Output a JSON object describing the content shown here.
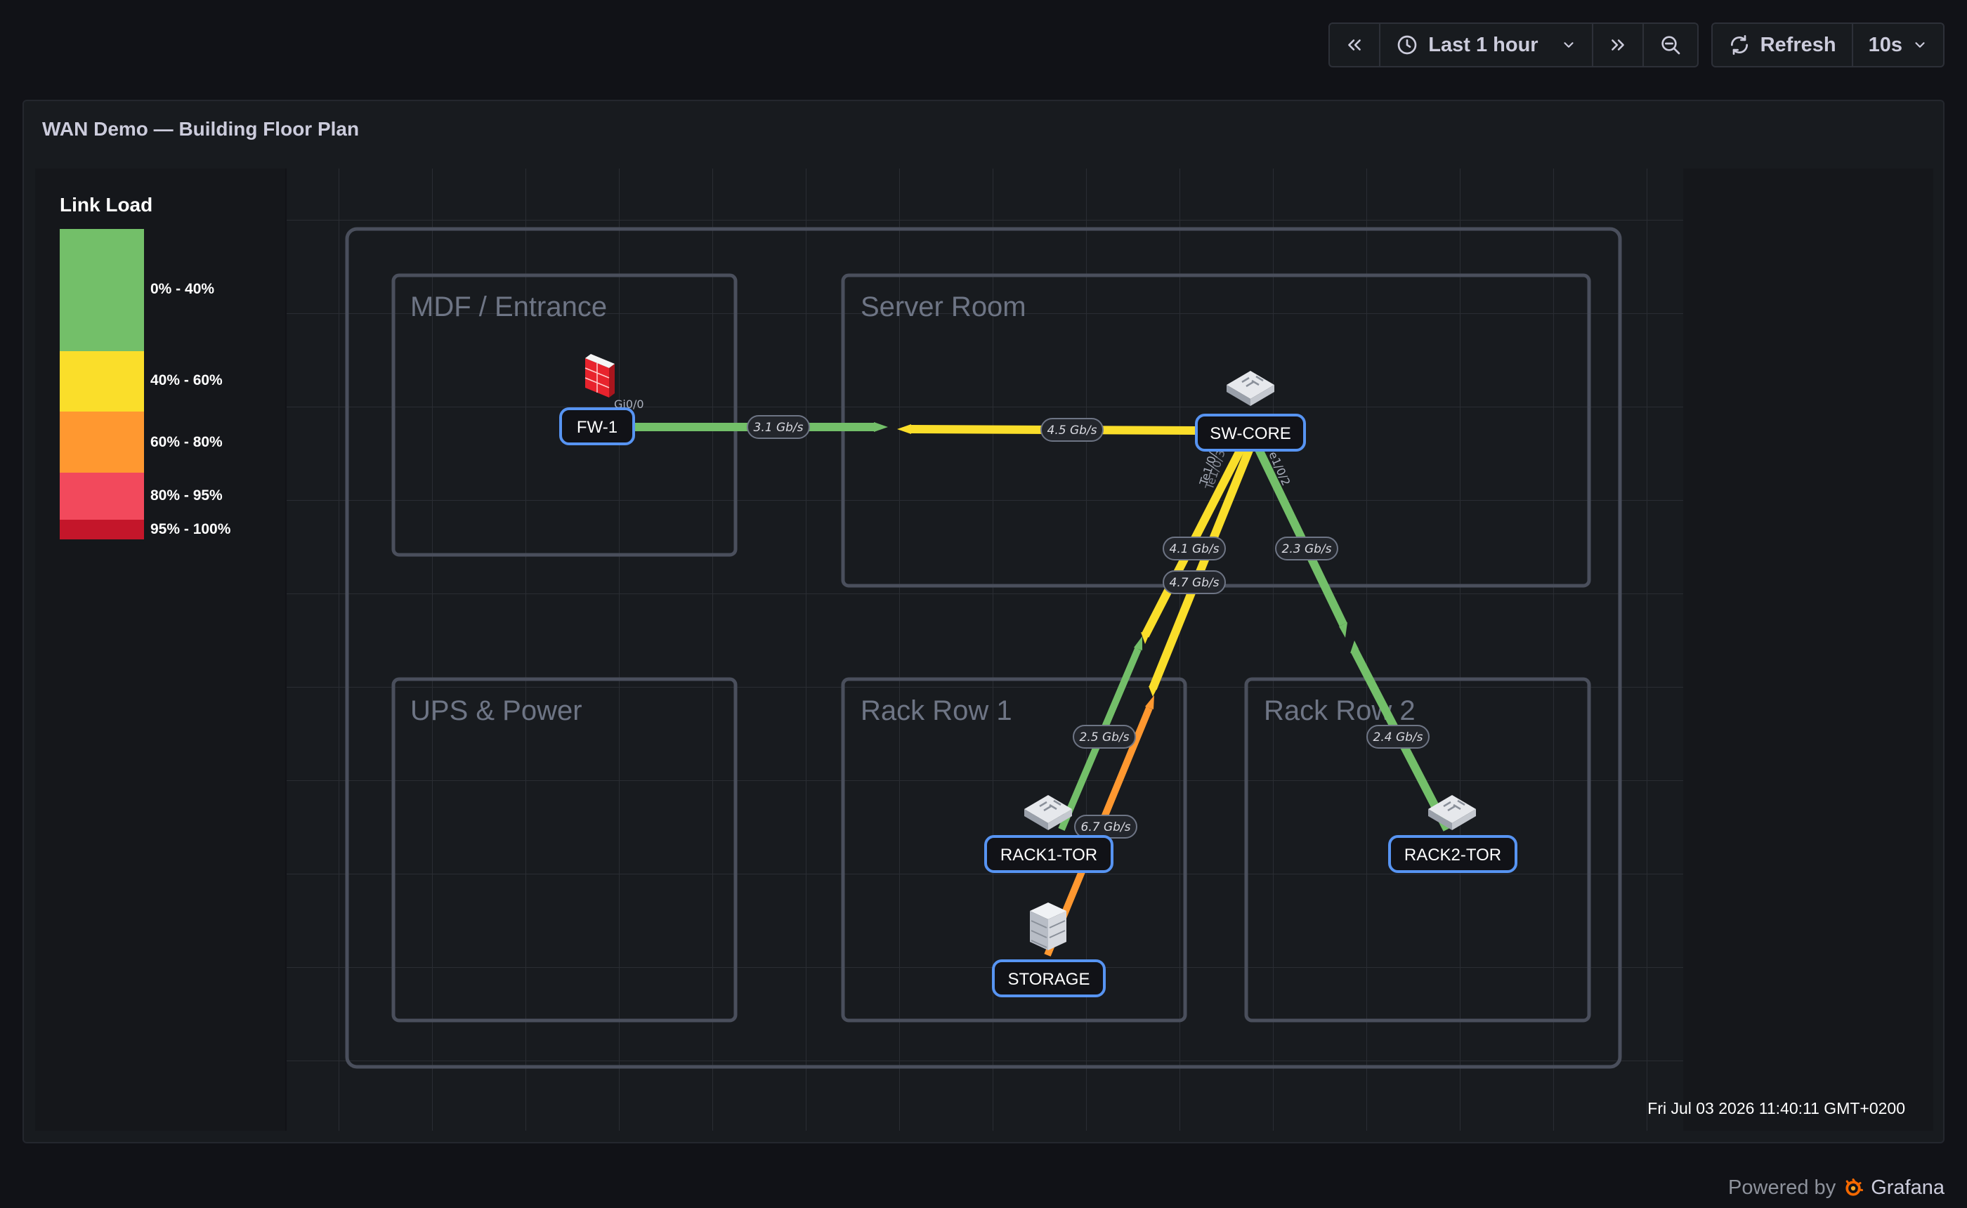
{
  "toolbar": {
    "time_range": "Last 1 hour",
    "refresh_label": "Refresh",
    "refresh_interval": "10s"
  },
  "panel": {
    "title": "WAN Demo — Building Floor Plan"
  },
  "legend": {
    "title": "Link Load",
    "items": [
      {
        "label": "0% - 40%",
        "color": "#73bf69"
      },
      {
        "label": "40% - 60%",
        "color": "#fade2a"
      },
      {
        "label": "60% - 80%",
        "color": "#ff9830"
      },
      {
        "label": "80% - 95%",
        "color": "#f2495c"
      },
      {
        "label": "95% - 100%",
        "color": "#c4162a"
      }
    ]
  },
  "zones": {
    "mdf": "MDF / Entrance",
    "server_room": "Server Room",
    "ups": "UPS & Power",
    "rack_row_1": "Rack Row 1",
    "rack_row_2": "Rack Row 2"
  },
  "nodes": {
    "fw1": "FW-1",
    "sw_core": "SW-CORE",
    "rack1_tor": "RACK1-TOR",
    "rack2_tor": "RACK2-TOR",
    "storage": "STORAGE"
  },
  "ports": {
    "fw1_port": "Gi0/0",
    "core_port_a": "Te1/0/1",
    "core_port_b": "Te1/0/3",
    "core_port_c": "e1/0/2"
  },
  "links": {
    "fw1_out": "3.1 Gb/s",
    "core_to_fw": "4.5 Gb/s",
    "core_to_rack1": "4.1 Gb/s",
    "core_to_storage": "4.7 Gb/s",
    "core_to_rack2": "2.3 Gb/s",
    "rack1_to_core": "2.5 Gb/s",
    "storage_to_core": "6.7 Gb/s",
    "rack2_to_core": "2.4 Gb/s"
  },
  "timestamp": "Fri Jul 03 2026 11:40:11 GMT+0200",
  "footer": {
    "powered_by": "Powered by",
    "brand": "Grafana"
  },
  "icons": {
    "back": "chevron-double-left-icon",
    "clock": "clock-icon",
    "forward": "chevron-double-right-icon",
    "zoom_out": "zoom-out-icon",
    "refresh": "refresh-icon",
    "grafana": "grafana-logo-icon"
  }
}
